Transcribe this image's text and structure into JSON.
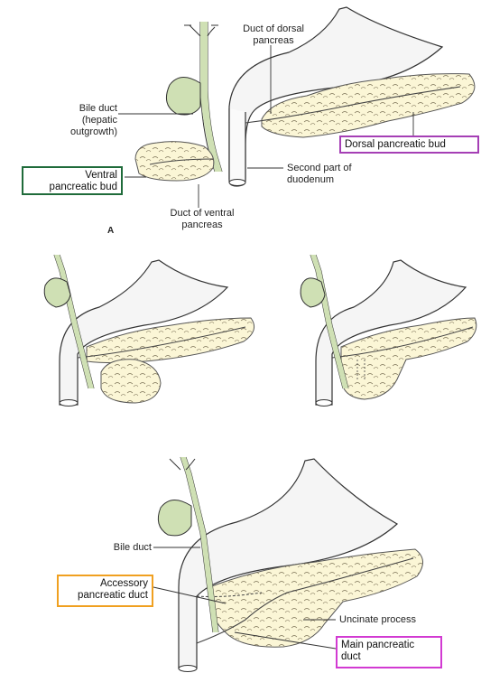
{
  "panel_a": {
    "letter": "A",
    "labels": {
      "duct_dorsal": "Duct of dorsal\npancreas",
      "bile_duct": "Bile duct\n(hepatic\noutgrowth)",
      "dorsal_bud": "Dorsal pancreatic bud",
      "ventral_bud": "Ventral\npancreatic bud",
      "second_part": "Second part of\nduodenum",
      "duct_ventral": "Duct of ventral\npancreas"
    }
  },
  "panel_final": {
    "labels": {
      "bile_duct": "Bile duct",
      "accessory_duct": "Accessory\npancreatic duct",
      "uncinate": "Uncinate process",
      "main_duct": "Main pancreatic\nduct"
    }
  },
  "colors": {
    "tissue": "#fbf6d6",
    "bile": "#cfe0b4",
    "box_purple": "#a53fb5",
    "box_green": "#1f6b3a",
    "box_orange": "#f0a020",
    "box_magenta": "#d23ad2"
  }
}
